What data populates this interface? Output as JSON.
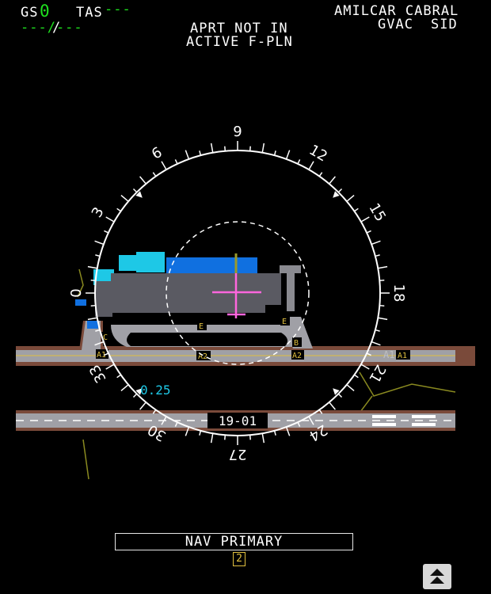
{
  "header": {
    "gs_label": "GS",
    "gs_value": "0",
    "tas_label": "TAS",
    "tas_value": "---",
    "wind_value": "---/---",
    "message_line1": "APRT NOT IN",
    "message_line2": "ACTIVE F-PLN",
    "airport_name": "AMILCAR CABRAL",
    "airport_code": "GVAC",
    "procedure": "SID"
  },
  "compass": {
    "headings": [
      "9",
      "12",
      "15",
      "18",
      "21",
      "24",
      "27",
      "30",
      "33",
      "0",
      "3",
      "6"
    ],
    "range_label": "0.25"
  },
  "airport_map": {
    "runway_label": "19-01",
    "taxiway_labels": [
      "A1",
      "A1",
      "A2",
      "A2",
      "E",
      "E",
      "C",
      "B",
      "A1"
    ]
  },
  "footer": {
    "mode_label": "NAV PRIMARY",
    "index_label": "2",
    "scroll_up_icon": "double-chevron-up-icon"
  },
  "colors": {
    "green": "#1ee11e",
    "cyan": "#1ec8e6",
    "magenta": "#ff66dd",
    "runway": "#7a4a3a",
    "taxiway": "#9a9aa0",
    "label_yellow": "#e0c040"
  }
}
